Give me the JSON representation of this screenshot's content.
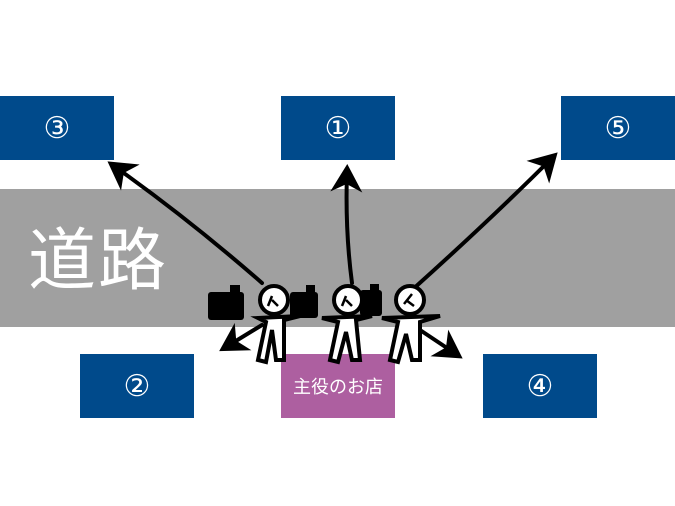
{
  "road": {
    "label": "道路"
  },
  "destinations": [
    {
      "label": "①"
    },
    {
      "label": "②"
    },
    {
      "label": "③"
    },
    {
      "label": "④"
    },
    {
      "label": "⑤"
    }
  ],
  "shop": {
    "label": "主役のお店"
  },
  "colors": {
    "road": "#a0a0a0",
    "box": "#004a8b",
    "shop": "#ad5fa0"
  }
}
